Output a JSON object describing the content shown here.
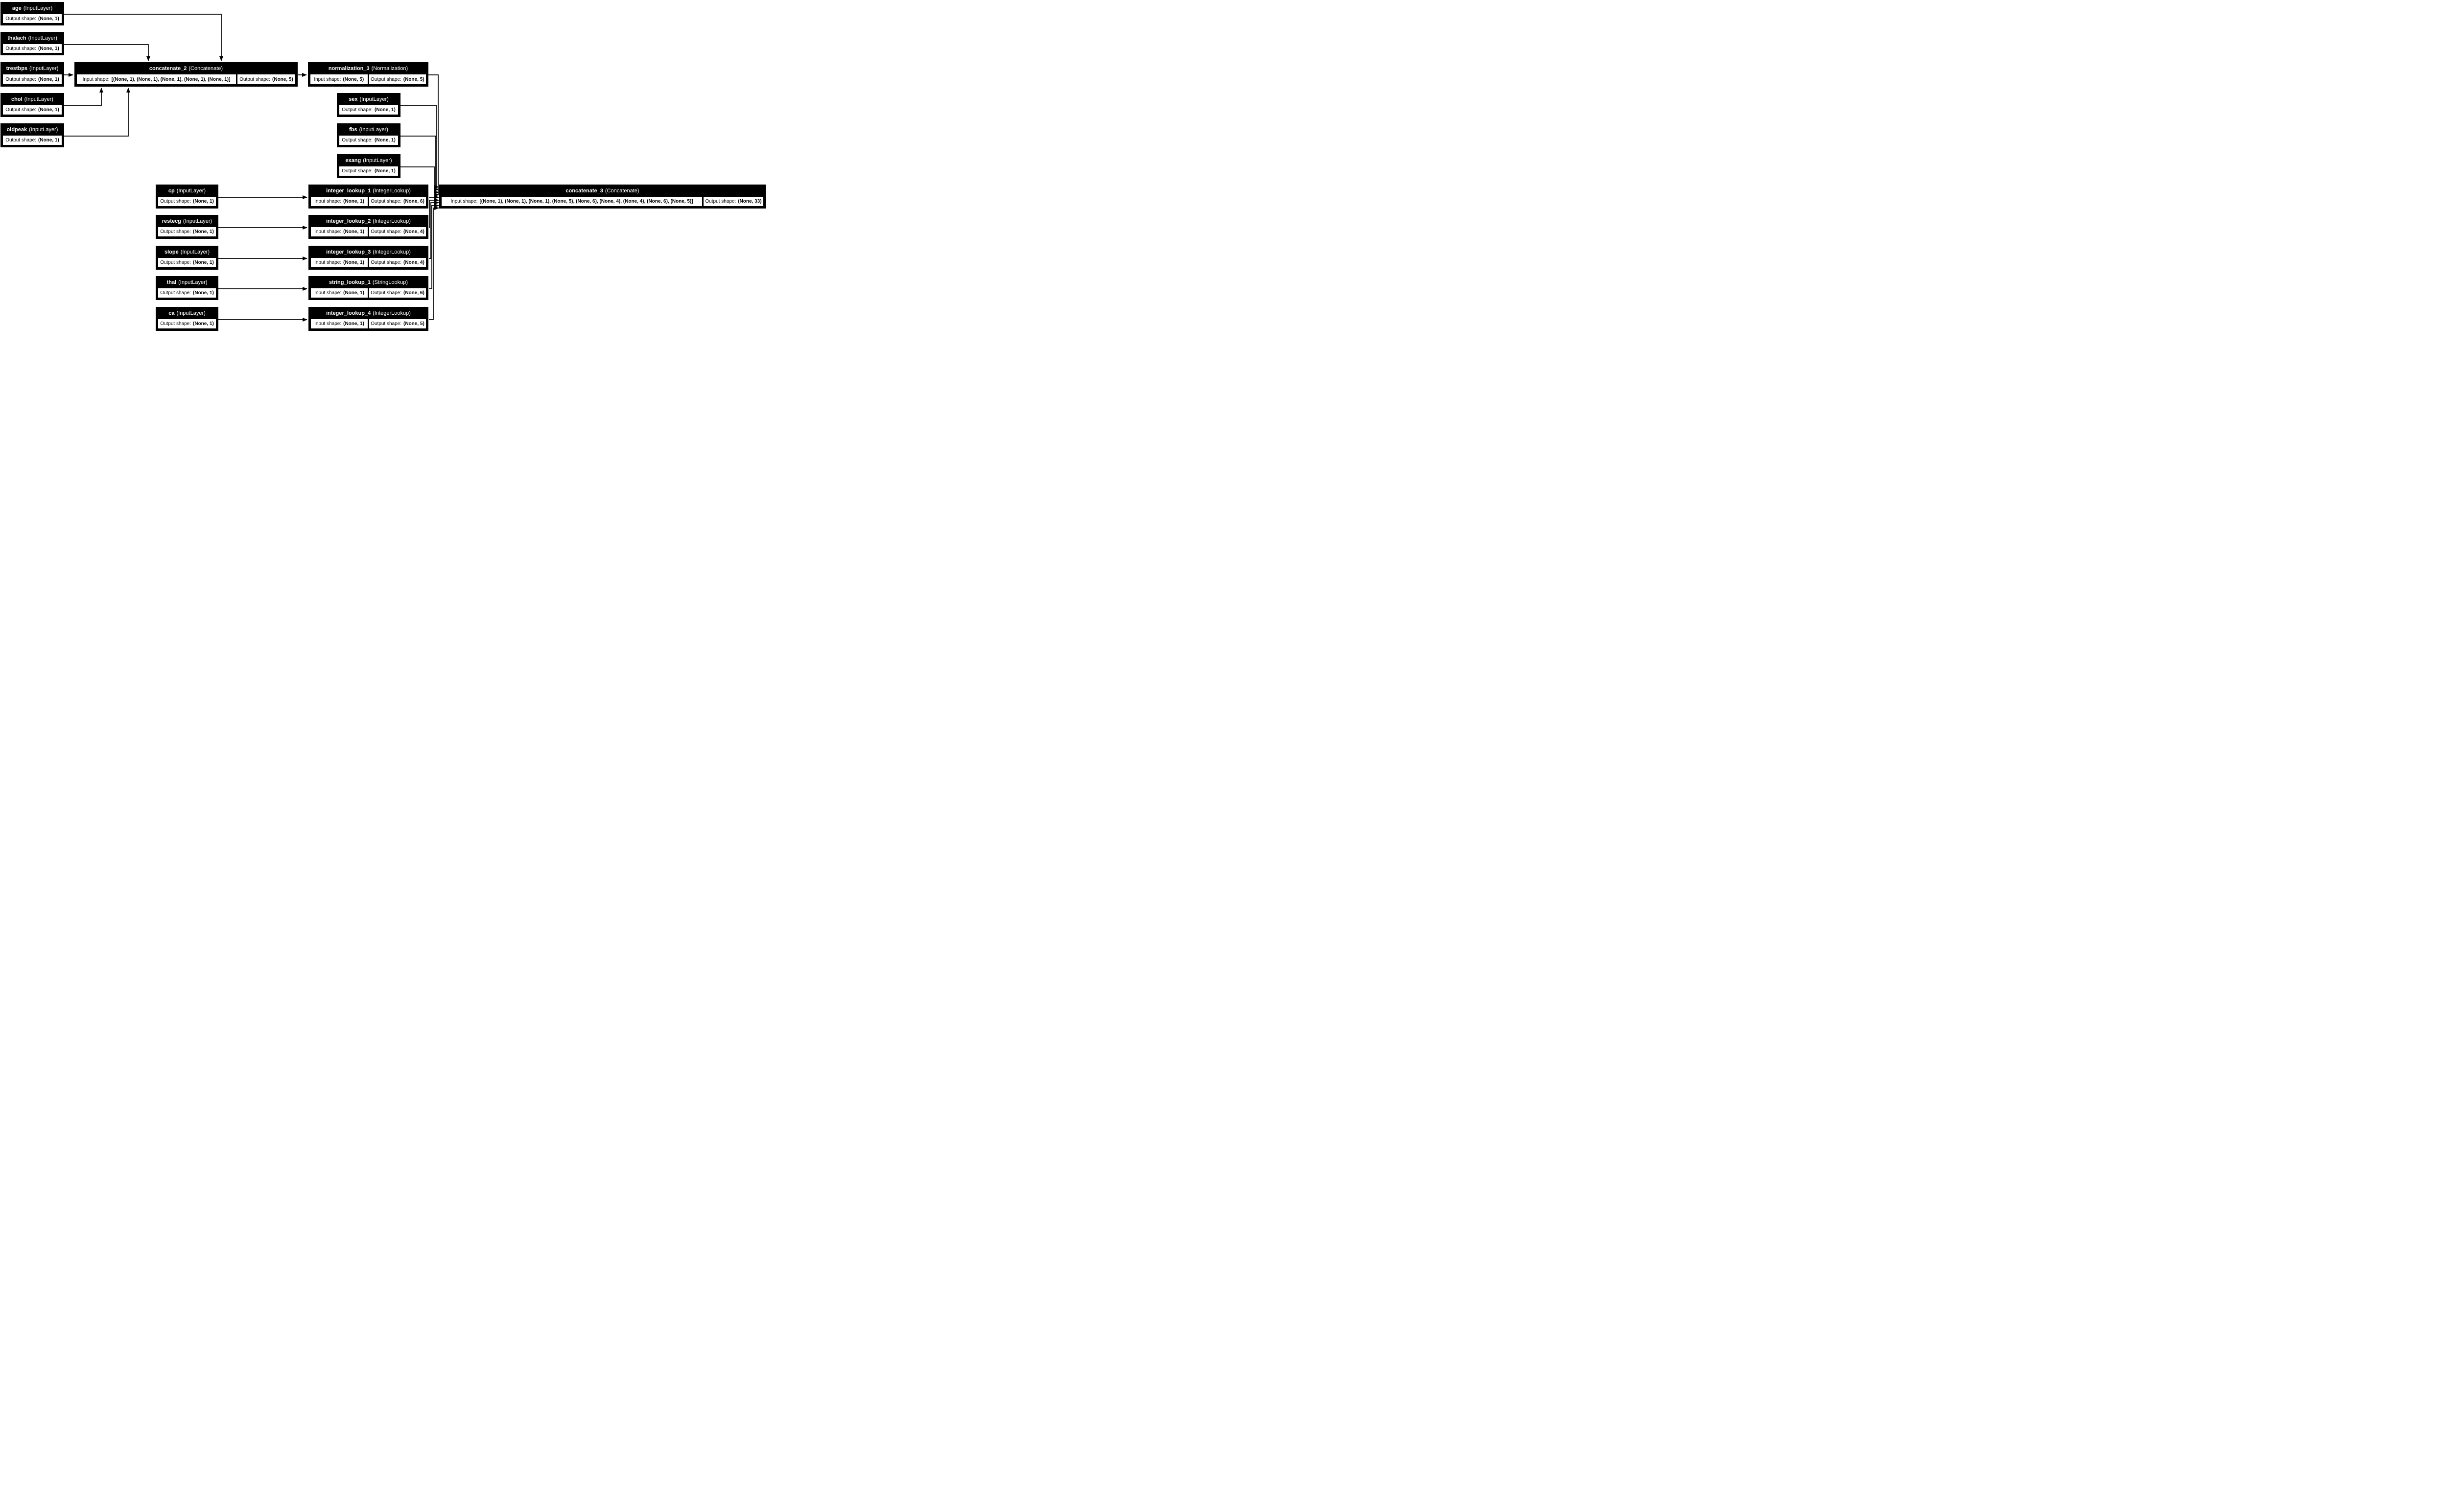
{
  "colors": {
    "node_background": "#000000",
    "node_title_text": "#ffffff",
    "cell_background": "#ffffff",
    "cell_text": "#000000",
    "edge": "#000000",
    "canvas": "#ffffff"
  },
  "labels": {
    "input_shape": "Input shape:",
    "output_shape": "Output shape:"
  },
  "nodes": {
    "age": {
      "name": "age",
      "type": "(InputLayer)",
      "output_shape": "(None, 1)"
    },
    "thalach": {
      "name": "thalach",
      "type": "(InputLayer)",
      "output_shape": "(None, 1)"
    },
    "trestbps": {
      "name": "trestbps",
      "type": "(InputLayer)",
      "output_shape": "(None, 1)"
    },
    "chol": {
      "name": "chol",
      "type": "(InputLayer)",
      "output_shape": "(None, 1)"
    },
    "oldpeak": {
      "name": "oldpeak",
      "type": "(InputLayer)",
      "output_shape": "(None, 1)"
    },
    "concatenate_2": {
      "name": "concatenate_2",
      "type": "(Concatenate)",
      "input_shape": "[(None, 1), (None, 1), (None, 1), (None, 1), (None, 1)]",
      "output_shape": "(None, 5)"
    },
    "normalization_3": {
      "name": "normalization_3",
      "type": "(Normalization)",
      "input_shape": "(None, 5)",
      "output_shape": "(None, 5)"
    },
    "sex": {
      "name": "sex",
      "type": "(InputLayer)",
      "output_shape": "(None, 1)"
    },
    "fbs": {
      "name": "fbs",
      "type": "(InputLayer)",
      "output_shape": "(None, 1)"
    },
    "exang": {
      "name": "exang",
      "type": "(InputLayer)",
      "output_shape": "(None, 1)"
    },
    "cp": {
      "name": "cp",
      "type": "(InputLayer)",
      "output_shape": "(None, 1)"
    },
    "restecg": {
      "name": "restecg",
      "type": "(InputLayer)",
      "output_shape": "(None, 1)"
    },
    "slope": {
      "name": "slope",
      "type": "(InputLayer)",
      "output_shape": "(None, 1)"
    },
    "thal": {
      "name": "thal",
      "type": "(InputLayer)",
      "output_shape": "(None, 1)"
    },
    "ca": {
      "name": "ca",
      "type": "(InputLayer)",
      "output_shape": "(None, 1)"
    },
    "integer_lookup_1": {
      "name": "integer_lookup_1",
      "type": "(IntegerLookup)",
      "input_shape": "(None, 1)",
      "output_shape": "(None, 6)"
    },
    "integer_lookup_2": {
      "name": "integer_lookup_2",
      "type": "(IntegerLookup)",
      "input_shape": "(None, 1)",
      "output_shape": "(None, 4)"
    },
    "integer_lookup_3": {
      "name": "integer_lookup_3",
      "type": "(IntegerLookup)",
      "input_shape": "(None, 1)",
      "output_shape": "(None, 4)"
    },
    "string_lookup_1": {
      "name": "string_lookup_1",
      "type": "(StringLookup)",
      "input_shape": "(None, 1)",
      "output_shape": "(None, 6)"
    },
    "integer_lookup_4": {
      "name": "integer_lookup_4",
      "type": "(IntegerLookup)",
      "input_shape": "(None, 1)",
      "output_shape": "(None, 5)"
    },
    "concatenate_3": {
      "name": "concatenate_3",
      "type": "(Concatenate)",
      "input_shape": "[(None, 1), (None, 1), (None, 1), (None, 5), (None, 6), (None, 4), (None, 4), (None, 6), (None, 5)]",
      "output_shape": "(None, 33)"
    }
  },
  "edges": [
    {
      "from": "age",
      "to": "concatenate_2"
    },
    {
      "from": "thalach",
      "to": "concatenate_2"
    },
    {
      "from": "trestbps",
      "to": "concatenate_2"
    },
    {
      "from": "chol",
      "to": "concatenate_2"
    },
    {
      "from": "oldpeak",
      "to": "concatenate_2"
    },
    {
      "from": "concatenate_2",
      "to": "normalization_3"
    },
    {
      "from": "normalization_3",
      "to": "concatenate_3"
    },
    {
      "from": "sex",
      "to": "concatenate_3"
    },
    {
      "from": "fbs",
      "to": "concatenate_3"
    },
    {
      "from": "exang",
      "to": "concatenate_3"
    },
    {
      "from": "cp",
      "to": "integer_lookup_1"
    },
    {
      "from": "restecg",
      "to": "integer_lookup_2"
    },
    {
      "from": "slope",
      "to": "integer_lookup_3"
    },
    {
      "from": "thal",
      "to": "string_lookup_1"
    },
    {
      "from": "ca",
      "to": "integer_lookup_4"
    },
    {
      "from": "integer_lookup_1",
      "to": "concatenate_3"
    },
    {
      "from": "integer_lookup_2",
      "to": "concatenate_3"
    },
    {
      "from": "integer_lookup_3",
      "to": "concatenate_3"
    },
    {
      "from": "string_lookup_1",
      "to": "concatenate_3"
    },
    {
      "from": "integer_lookup_4",
      "to": "concatenate_3"
    }
  ]
}
